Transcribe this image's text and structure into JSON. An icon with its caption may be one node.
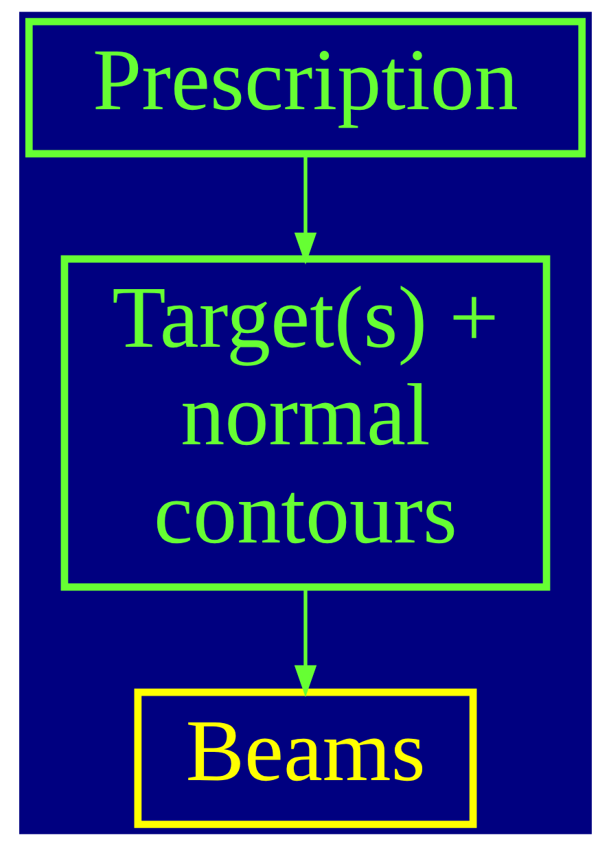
{
  "diagram": {
    "nodes": [
      {
        "text": [
          "Prescription"
        ]
      },
      {
        "text": [
          "Target(s) + normal contours"
        ]
      },
      {
        "text": [
          "Beams"
        ]
      }
    ],
    "edges": [
      {
        "from": 0,
        "to": 1,
        "arrow": "to"
      },
      {
        "from": 1,
        "to": 2,
        "arrow": "to"
      }
    ]
  }
}
